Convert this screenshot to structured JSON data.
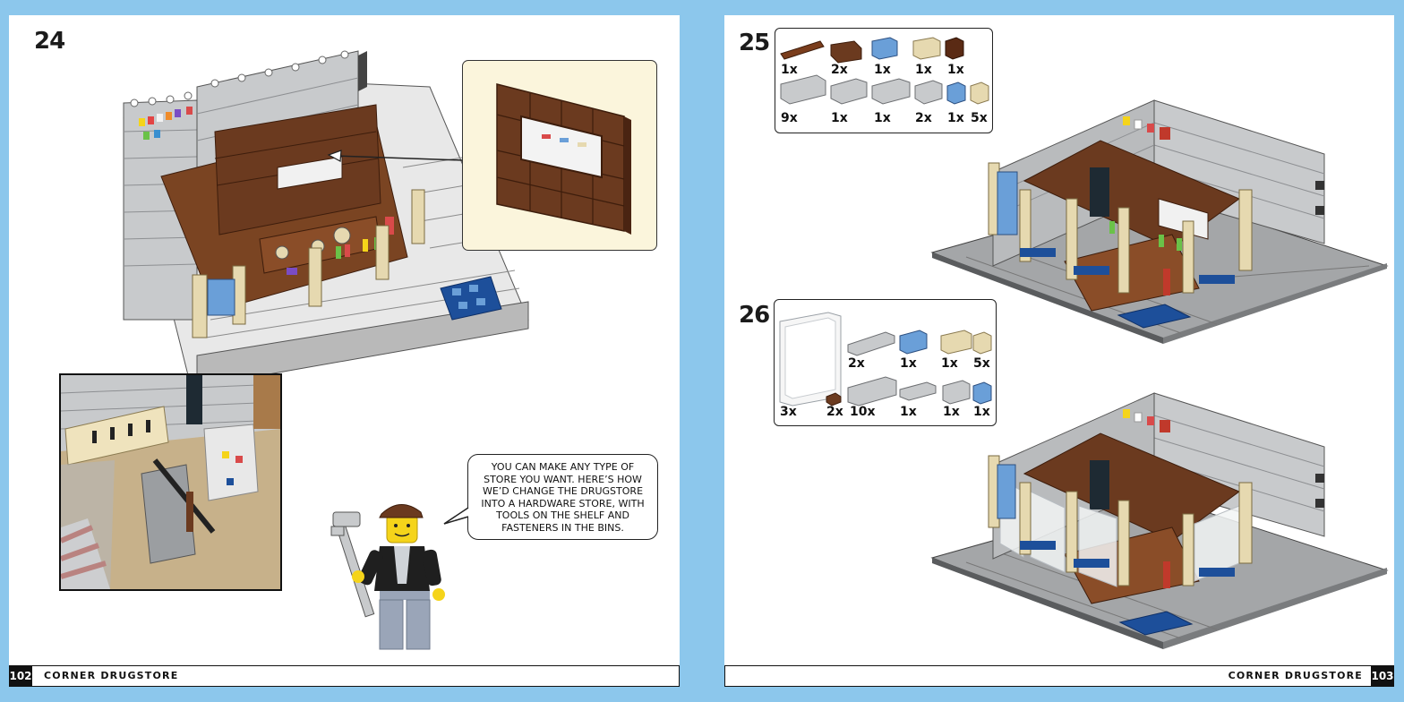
{
  "left_page": {
    "step": "24",
    "page_number": "102",
    "chapter": "CORNER DRUGSTORE",
    "speech_bubble": "YOU CAN MAKE ANY TYPE OF STORE YOU WANT. HERE’S HOW WE’D CHANGE THE DRUGSTORE INTO A HARDWARE STORE, WITH TOOLS ON THE SHELF AND FASTENERS IN THE BINS."
  },
  "right_page": {
    "page_number": "103",
    "chapter": "CORNER DRUGSTORE",
    "step_25": {
      "number": "25",
      "quantities": [
        "1x",
        "2x",
        "1x",
        "1x",
        "1x",
        "9x",
        "1x",
        "1x",
        "2x",
        "1x",
        "5x"
      ]
    },
    "step_26": {
      "number": "26",
      "quantities": [
        "2x",
        "1x",
        "1x",
        "5x",
        "3x",
        "2x",
        "10x",
        "1x",
        "1x",
        "1x"
      ]
    }
  },
  "colors": {
    "background": "#8cc7ec",
    "brick_brown": "#6b3a1f",
    "dark_brown": "#4a2412",
    "light_grey": "#c8cacc",
    "medium_blue": "#6a9fd8",
    "tan": "#e6d9b0",
    "dark_blue": "#1d4f9a"
  }
}
